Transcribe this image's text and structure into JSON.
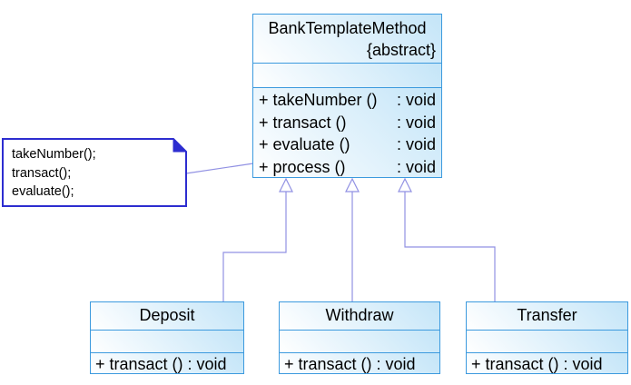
{
  "diagram": {
    "type": "uml-class-diagram",
    "colors": {
      "box_border": "#3c9ade",
      "box_fill": "#c4e5f8",
      "note_border": "#2d2dd0",
      "connector": "#9191e3",
      "text": "#000000"
    },
    "parent_class": {
      "name": "BankTemplateMethod",
      "stereotype": "{abstract}",
      "attributes": [],
      "methods": [
        {
          "signature": "+ takeNumber ()",
          "return_type": ": void"
        },
        {
          "signature": "+ transact ()",
          "return_type": ": void"
        },
        {
          "signature": "+ evaluate ()",
          "return_type": ": void"
        },
        {
          "signature": "+ process ()",
          "return_type": ": void"
        }
      ]
    },
    "note": {
      "lines": [
        "takeNumber();",
        "transact();",
        "evaluate();"
      ],
      "attached_to": "BankTemplateMethod"
    },
    "subclasses": [
      {
        "name": "Deposit",
        "method": "+ transact () : void"
      },
      {
        "name": "Withdraw",
        "method": "+ transact () : void"
      },
      {
        "name": "Transfer",
        "method": "+ transact () : void"
      }
    ],
    "relationships": [
      {
        "type": "generalization",
        "from": "Deposit",
        "to": "BankTemplateMethod"
      },
      {
        "type": "generalization",
        "from": "Withdraw",
        "to": "BankTemplateMethod"
      },
      {
        "type": "generalization",
        "from": "Transfer",
        "to": "BankTemplateMethod"
      }
    ]
  }
}
